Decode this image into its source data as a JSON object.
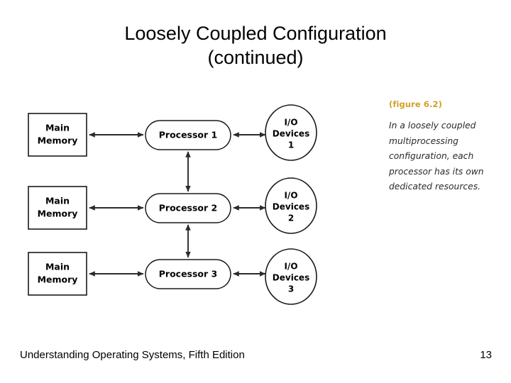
{
  "slide": {
    "title_line1": "Loosely Coupled Configuration",
    "title_line2": "(continued)"
  },
  "diagram": {
    "type": "block-diagram",
    "description": "Loosely coupled multiprocessing configuration with three independent processors, each with its own main memory and I/O devices, linked vertically.",
    "rows": [
      {
        "memory_line1": "Main",
        "memory_line2": "Memory",
        "processor": "Processor 1",
        "io_line1": "I/O",
        "io_line2": "Devices",
        "io_line3": "1"
      },
      {
        "memory_line1": "Main",
        "memory_line2": "Memory",
        "processor": "Processor 2",
        "io_line1": "I/O",
        "io_line2": "Devices",
        "io_line3": "2"
      },
      {
        "memory_line1": "Main",
        "memory_line2": "Memory",
        "processor": "Processor 3",
        "io_line1": "I/O",
        "io_line2": "Devices",
        "io_line3": "3"
      }
    ],
    "connector_style": "double-headed-arrow",
    "colors": {
      "shape_stroke": "#1a1a1a",
      "connector": "#2b2b2b",
      "shape_fill": "#ffffff"
    }
  },
  "caption": {
    "figure_label": "(figure 6.2)",
    "figure_label_color": "#D1A02A",
    "line1": "In a loosely coupled",
    "line2": "multiprocessing",
    "line3": "configuration, each",
    "line4": "processor has its own",
    "line5": "dedicated resources."
  },
  "footer": {
    "book_title": "Understanding Operating Systems, Fifth Edition",
    "page_number": "13"
  }
}
